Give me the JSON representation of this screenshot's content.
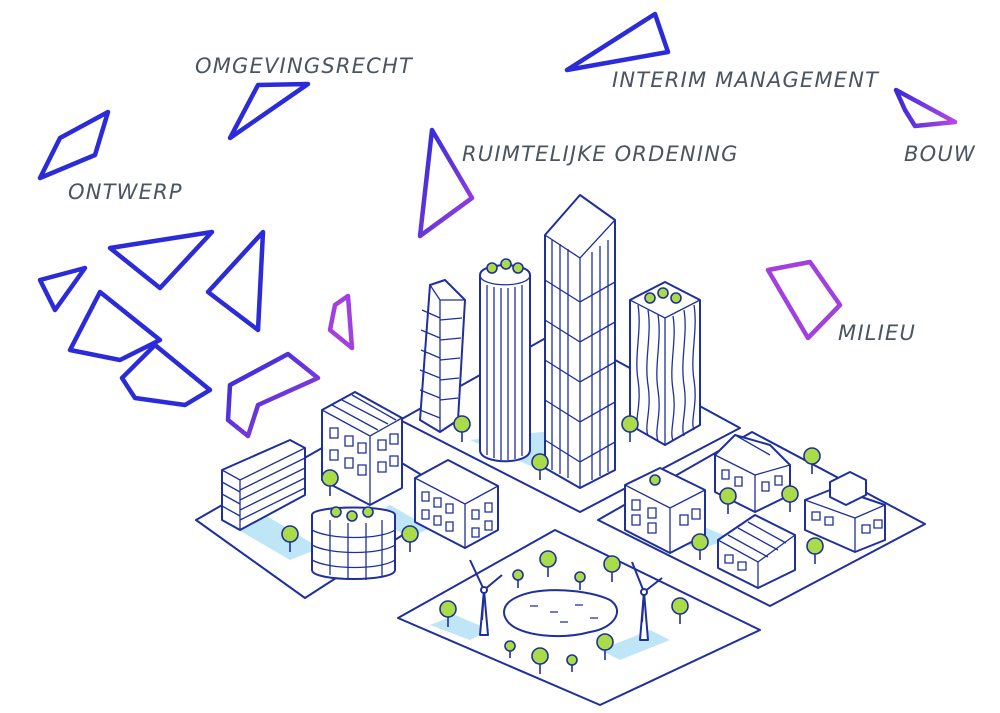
{
  "labels": {
    "omgevingsrecht": "OMGEVINGSRECHT",
    "ontwerp": "ONTWERP",
    "interim_management": "INTERIM MANAGEMENT",
    "ruimtelijke_ordening": "RUIMTELIJKE ORDENING",
    "bouw": "BOUW",
    "milieu": "MILIEU"
  },
  "colors": {
    "line": "#1f2f9e",
    "shard_blue": "#2b2bd9",
    "shard_purple": "#a23fe0",
    "label": "#4a5560",
    "water": "#bfe6f6",
    "tree": "#a9dc46"
  }
}
